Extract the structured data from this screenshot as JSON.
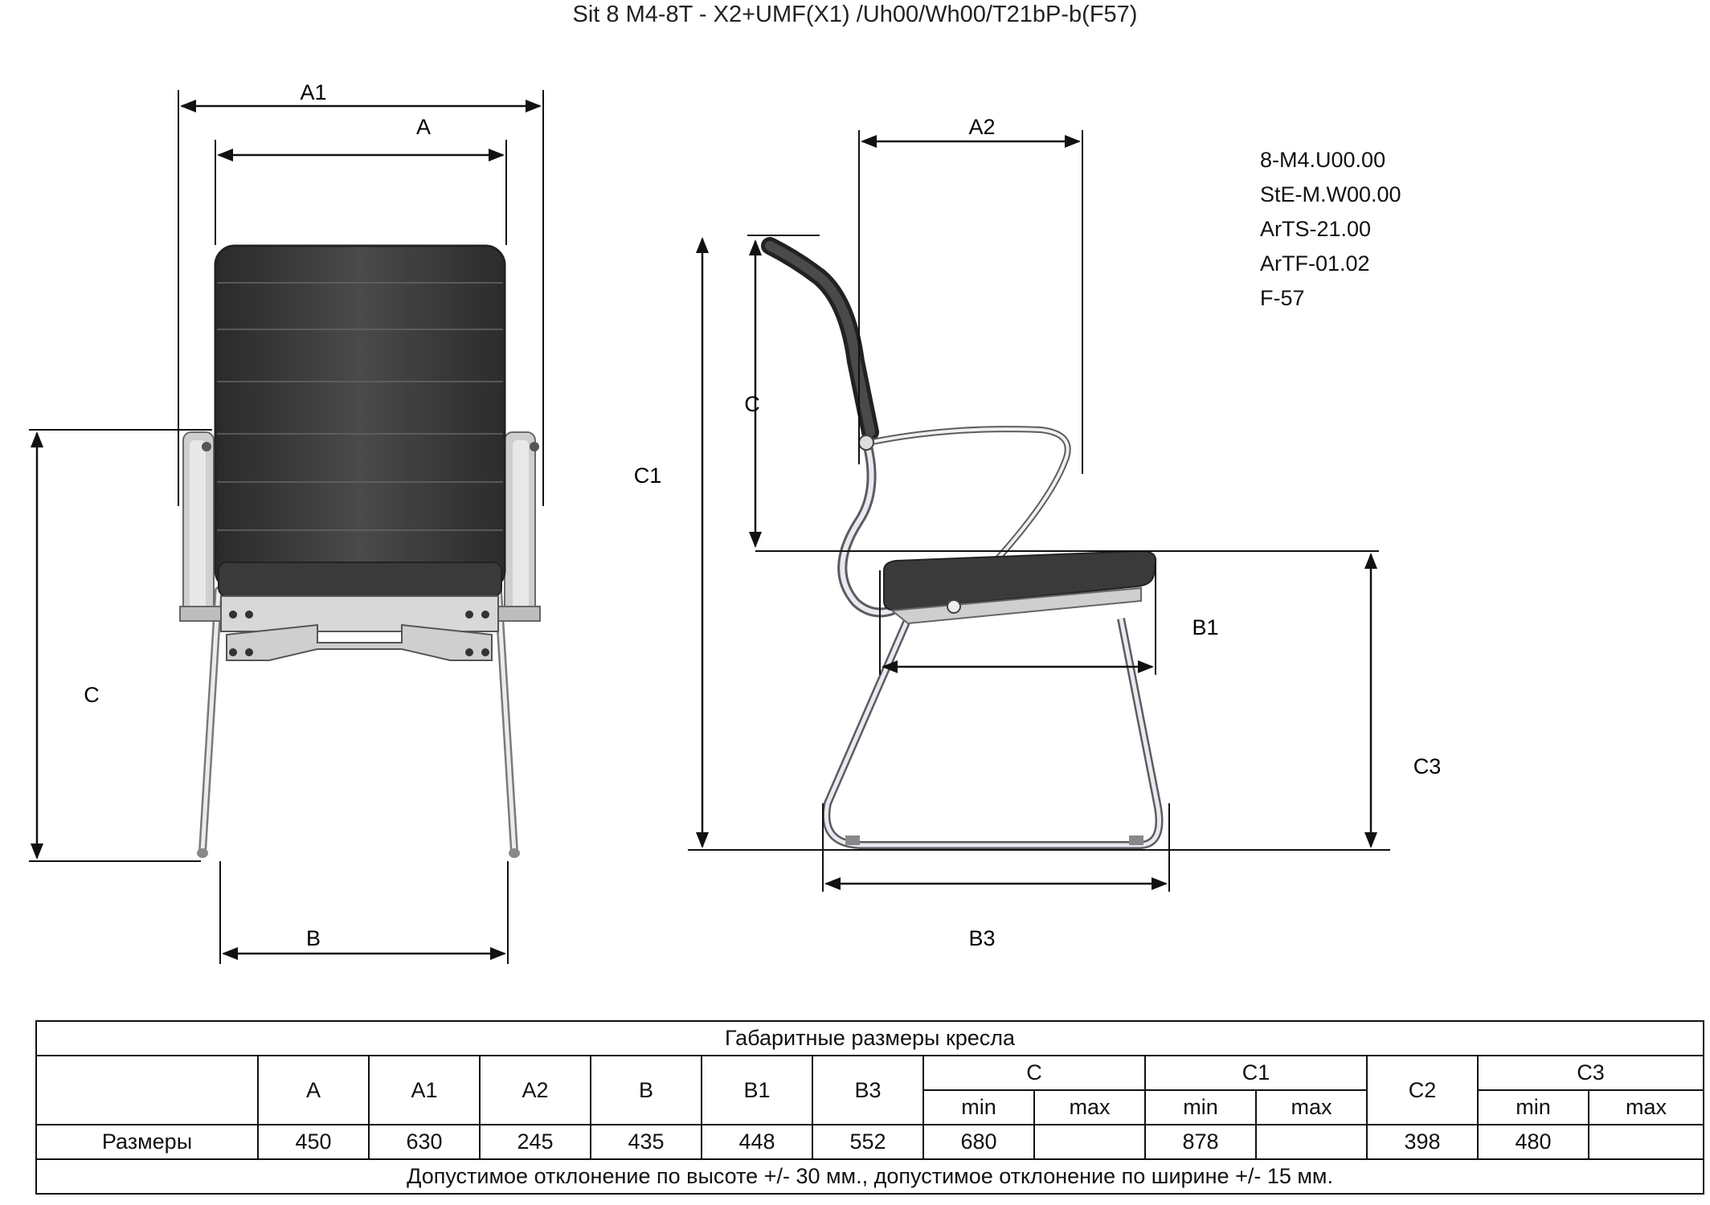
{
  "title": "Sit 8 M4-8T - X2+UMF(X1) /Uh00/Wh00/T21bP-b(F57)",
  "codes": [
    "8-M4.U00.00",
    "StE-M.W00.00",
    "ArTS-21.00",
    "ArTF-01.02",
    "F-57"
  ],
  "labels": {
    "front_A1": "A1",
    "front_A": "A",
    "front_C": "C",
    "front_B": "B",
    "side_A2": "A2",
    "side_C": "C",
    "side_C1": "C1",
    "side_B1": "B1",
    "side_C3": "C3",
    "side_B3": "B3"
  },
  "table": {
    "caption": "Габаритные размеры кресла",
    "headers": [
      "A",
      "A1",
      "A2",
      "B",
      "B1",
      "B3",
      "C",
      "C1",
      "C2",
      "C3"
    ],
    "sub": {
      "min": "min",
      "max": "max"
    },
    "row_label": "Размеры",
    "values": {
      "A": "450",
      "A1": "630",
      "A2": "245",
      "B": "435",
      "B1": "448",
      "B3": "552",
      "C_min": "680",
      "C_max": "",
      "C1_min": "878",
      "C1_max": "",
      "C2": "398",
      "C3_min": "480",
      "C3_max": ""
    },
    "note": "Допустимое отклонение по высоте +/- 30 мм., допустимое отклонение по ширине +/- 15 мм."
  }
}
